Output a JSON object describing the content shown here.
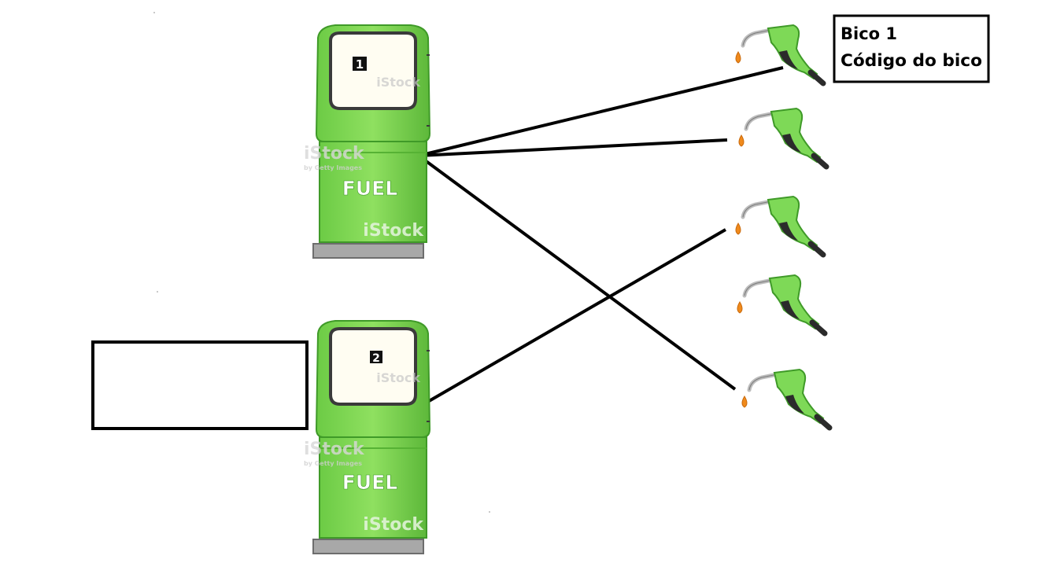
{
  "pumps": [
    {
      "number": "1",
      "fuel_label": "FUEL"
    },
    {
      "number": "2",
      "fuel_label": "FUEL"
    }
  ],
  "nozzle_count": 5,
  "info_box": {
    "line1": "Bico 1",
    "line2": "Código do bico"
  },
  "watermark": {
    "brand": "iStock",
    "credit": "by Getty Images"
  },
  "connections": [
    {
      "pump": 1,
      "nozzle": 1
    },
    {
      "pump": 1,
      "nozzle": 2
    },
    {
      "pump": 1,
      "nozzle": 5
    },
    {
      "pump": 2,
      "nozzle": 3
    }
  ],
  "colors": {
    "pump_green": "#7ed957",
    "pump_dark": "#4caf2e",
    "base_gray": "#9a9a9a",
    "drop_orange": "#f08a1c",
    "line": "#000000"
  }
}
